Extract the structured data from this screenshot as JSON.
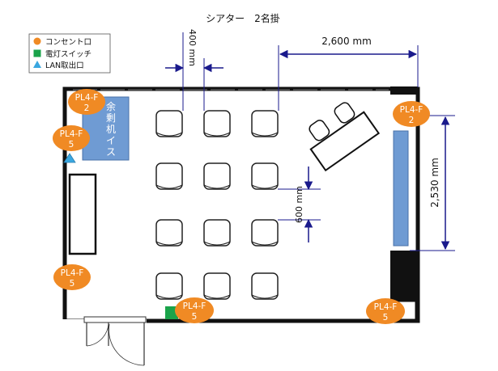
{
  "title": "シアター　2名掛",
  "legend": {
    "items": [
      {
        "label": "コンセント口",
        "icon": "orange-circle-icon",
        "color": "#f08a24"
      },
      {
        "label": "電灯スイッチ",
        "icon": "green-square-icon",
        "color": "#1aa34a"
      },
      {
        "label": "LAN取出口",
        "icon": "blue-triangle-icon",
        "color": "#3aa7e0"
      }
    ]
  },
  "dimensions": {
    "chair_width": "400 mm",
    "aisle_width": "2,600 mm",
    "right_height": "2,530 mm",
    "row_gap": "600 mm"
  },
  "furniture": {
    "surplus_chairs_label": [
      "余",
      "剰",
      "机",
      "イ",
      "ス"
    ]
  },
  "outlets": [
    {
      "line1": "PL4-F",
      "line2": "2"
    },
    {
      "line1": "PL4-F",
      "line2": "5"
    },
    {
      "line1": "PL4-F",
      "line2": "5"
    },
    {
      "line1": "PL4-F",
      "line2": "5"
    },
    {
      "line1": "PL4-F",
      "line2": "2"
    },
    {
      "line1": "PL4-F",
      "line2": "5"
    }
  ],
  "colors": {
    "wall": "#111111",
    "dimension": "#1a1a8c",
    "outlet": "#f08a24",
    "furniture_blue": "#6f9bd3",
    "switch": "#1aa34a",
    "lan": "#3aa7e0"
  }
}
